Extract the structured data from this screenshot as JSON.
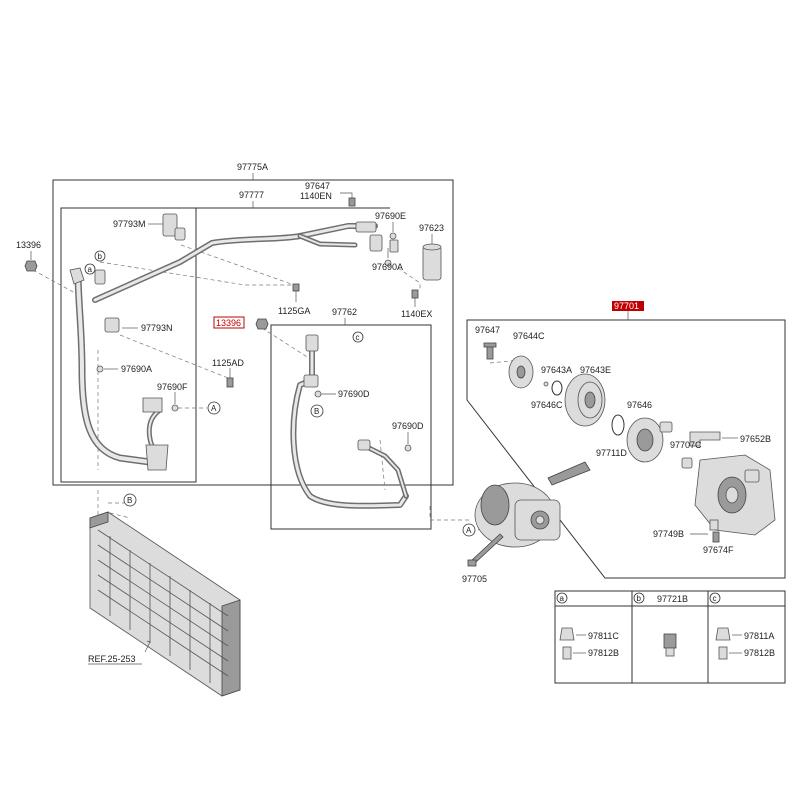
{
  "labels": {
    "l_97775A": "97775A",
    "l_97777": "97777",
    "l_97647_top": "97647",
    "l_1140EN": "1140EN",
    "l_97793M": "97793M",
    "l_97690E": "97690E",
    "l_97623": "97623",
    "l_13396_left": "13396",
    "l_97690A_top": "97690A",
    "l_1140EX": "1140EX",
    "l_1125GA": "1125GA",
    "l_97793N": "97793N",
    "l_1125AD": "1125AD",
    "l_97690A_left": "97690A",
    "l_97690F": "97690F",
    "l_13396_mid": "13396",
    "l_97762": "97762",
    "l_97690D_a": "97690D",
    "l_97690D_b": "97690D",
    "l_97701": "97701",
    "l_97647_right": "97647",
    "l_97644C": "97644C",
    "l_97643A": "97643A",
    "l_97643E": "97643E",
    "l_97646C": "97646C",
    "l_97646": "97646",
    "l_97711D": "97711D",
    "l_97707C": "97707C",
    "l_97652B": "97652B",
    "l_97749B": "97749B",
    "l_97674F": "97674F",
    "l_97705": "97705",
    "l_ref": "REF.25-253",
    "l_97721B": "97721B",
    "l_97811C": "97811C",
    "l_97812B_a": "97812B",
    "l_97811A": "97811A",
    "l_97812B_c": "97812B"
  },
  "callouts": {
    "a": "a",
    "b": "b",
    "c": "c",
    "A": "A",
    "B": "B"
  },
  "colors": {
    "highlight": "#c00000",
    "line": "#333333"
  }
}
